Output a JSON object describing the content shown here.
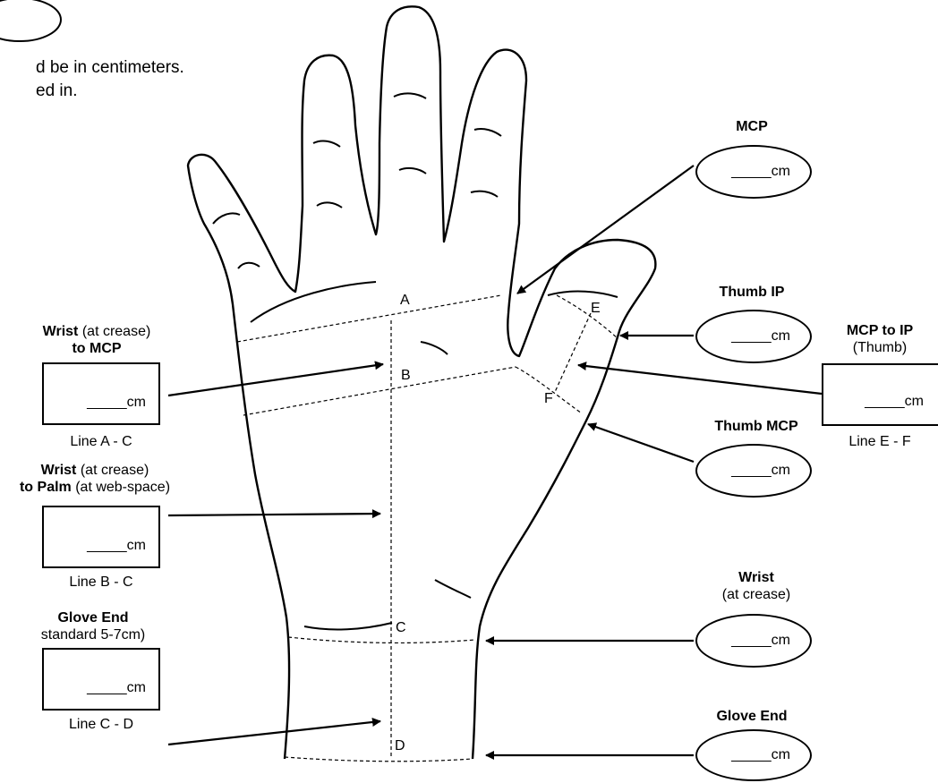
{
  "header": {
    "line1": "d be in centimeters.",
    "line2": "ed in."
  },
  "measure": {
    "blank": "_____cm"
  },
  "points": [
    "A",
    "B",
    "C",
    "D",
    "E",
    "F"
  ],
  "left_labels": {
    "wrist_mcp": {
      "bold1": "Wrist",
      "rest1": " (at crease)",
      "bold2": "to MCP",
      "line": "Line A - C"
    },
    "wrist_palm": {
      "bold1": "Wrist",
      "rest1": " (at crease)",
      "bold2": "to Palm",
      "rest2": " (at web-space)",
      "line": "Line B - C"
    },
    "glove_end": {
      "bold1": "Glove End",
      "rest2": "standard 5-7cm)",
      "line": "Line C - D"
    }
  },
  "right_labels": {
    "mcp": {
      "bold": "MCP"
    },
    "thumb_ip": {
      "bold": "Thumb IP"
    },
    "mcp_to_ip": {
      "bold": "MCP to IP",
      "rest": "(Thumb)",
      "line": "Line E - F"
    },
    "thumb_mcp": {
      "bold": "Thumb MCP"
    },
    "wrist": {
      "bold": "Wrist",
      "rest": "(at crease)"
    },
    "glove_end": {
      "bold": "Glove End"
    }
  },
  "colors": {
    "ink": "#000000",
    "paper": "#ffffff"
  }
}
